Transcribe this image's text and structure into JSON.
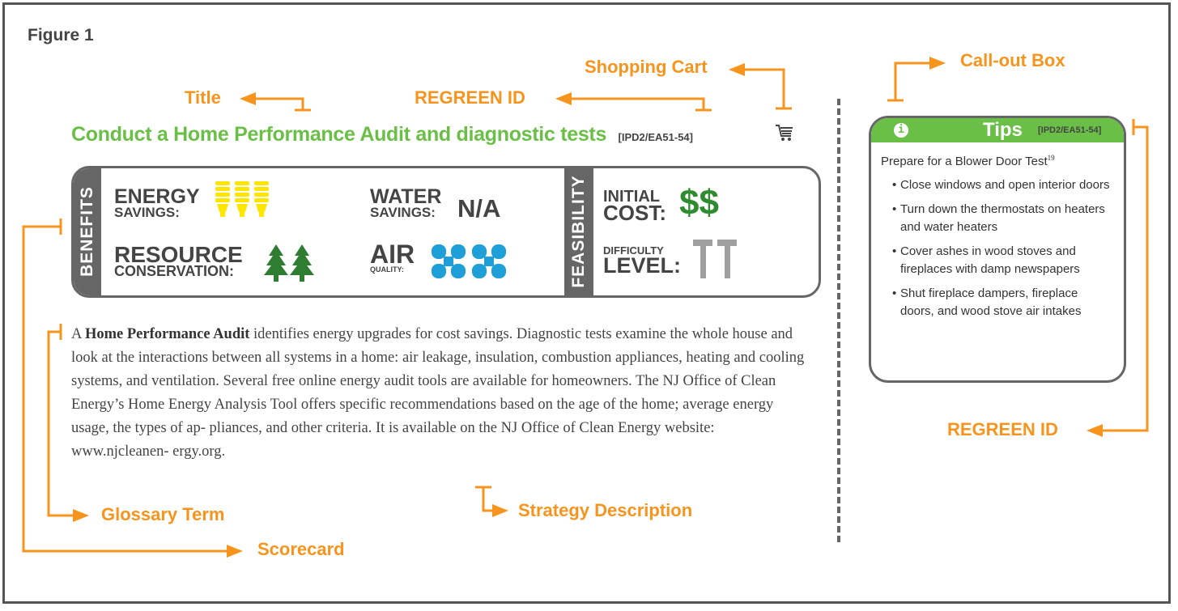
{
  "figure_label": "Figure 1",
  "annotations": {
    "title": "Title",
    "regreen_id": "REGREEN ID",
    "shopping_cart": "Shopping Cart",
    "callout_box": "Call-out Box",
    "regreen_id_right": "REGREEN ID",
    "glossary_term": "Glossary Term",
    "strategy_description": "Strategy Description",
    "scorecard": "Scorecard"
  },
  "strategy": {
    "title": "Conduct a Home Performance Audit and diagnostic tests",
    "id": "[IPD2/EA51-54]"
  },
  "scorecard": {
    "benefits_label": "BENEFITS",
    "feasibility_label": "FEASIBILITY",
    "energy_label_1": "ENERGY",
    "energy_label_2": "SAVINGS:",
    "water_label_1": "WATER",
    "water_label_2": "SAVINGS:",
    "water_value": "N/A",
    "resource_label_1": "RESOURCE",
    "resource_label_2": "CONSERVATION:",
    "air_label_1": "AIR",
    "air_label_2": "QUALITY:",
    "initial_label_1": "INITIAL",
    "initial_label_2": "COST:",
    "initial_value": "$$",
    "difficulty_label_1": "DIFFICULTY",
    "difficulty_label_2": "LEVEL:",
    "energy_rating": 3,
    "resource_rating": 2,
    "air_rating": 2,
    "difficulty_rating": 2,
    "colors": {
      "energy": "#ffe600",
      "resource": "#2e7d32",
      "air": "#1e9fd8",
      "cost": "#2e8b2e",
      "difficulty": "#a0a0a0"
    }
  },
  "description": {
    "lead": "A ",
    "term": "Home Performance Audit",
    "text": " identifies energy upgrades for cost savings. Diagnostic tests examine the whole house and look at the interactions between all systems in a home: air leakage, insulation, combustion appliances, heating and cooling systems, and ventilation. Several free online energy audit tools are available for homeowners. The NJ Office of Clean Energy’s Home Energy Analysis Tool offers specific recommendations based on the age of the home; average energy usage, the types of ap- pliances, and other criteria. It is available on the NJ Office of Clean Energy website: www.njcleanen- ergy.org."
  },
  "tips": {
    "title": "Tips",
    "id": "[IPD2/EA51-54]",
    "info_glyph": "i",
    "intro": "Prepare for a Blower Door Test",
    "intro_sup": "19",
    "items": [
      "Close windows and open interior doors",
      "Turn down the thermostats on heaters and water heaters",
      "Cover ashes in wood stoves and fireplaces with damp newspapers",
      "Shut fireplace dampers, fireplace doors, and wood stove air intakes"
    ]
  },
  "accent_color": "#f7941d",
  "title_color": "#6abf47"
}
